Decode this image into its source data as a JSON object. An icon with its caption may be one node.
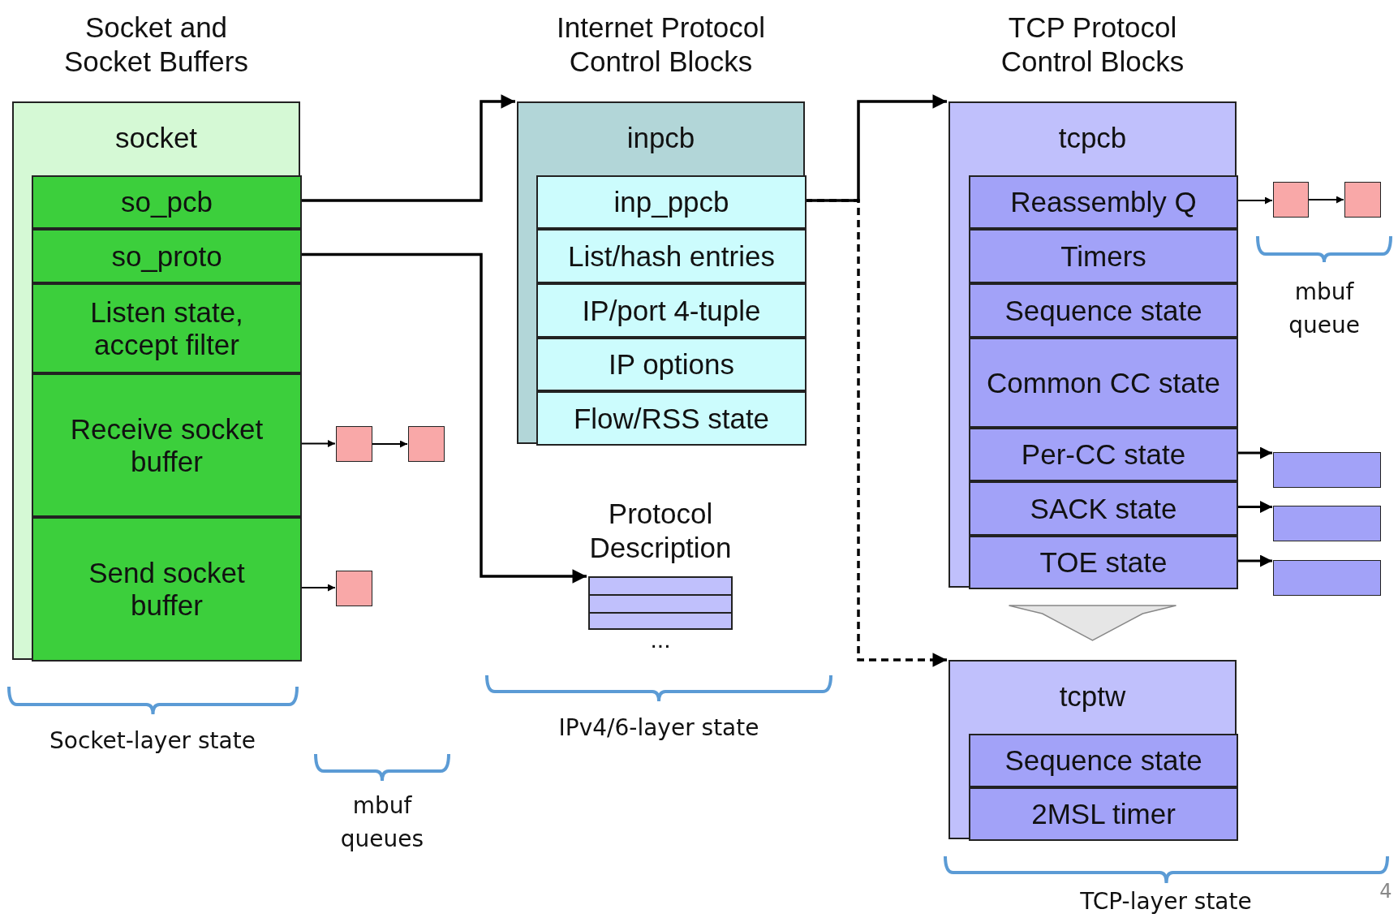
{
  "diagram": {
    "nodes": [
      {
        "text": [
          "Socket and Socket Buffers",
          "socket"
        ]
      },
      {
        "text": [
          "so_pcb"
        ],
        "in": 0
      },
      {
        "text": [
          "so_proto"
        ],
        "in": 0
      },
      {
        "text": [
          "Listen state, accept filter"
        ],
        "in": 0
      },
      {
        "text": [
          "Receive socket buffer"
        ],
        "in": 0
      },
      {
        "text": [
          "Send socket buffer"
        ],
        "in": 0
      },
      {
        "text": [],
        "shape": "box"
      },
      {
        "text": [],
        "shape": "box"
      },
      {
        "text": [],
        "shape": "box"
      },
      {
        "text": [
          "Internet Protocol Control Blocks",
          "inpcb"
        ]
      },
      {
        "text": [
          "inp_ppcb"
        ],
        "in": 9
      },
      {
        "text": [
          "List/hash entries"
        ],
        "in": 9
      },
      {
        "text": [
          "IP/port 4-tuple"
        ],
        "in": 9
      },
      {
        "text": [
          "IP options"
        ],
        "in": 9
      },
      {
        "text": [
          "Flow/RSS state"
        ],
        "in": 9
      },
      {
        "text": [
          "Protocol Description"
        ],
        "beside": [
          "..."
        ]
      },
      {
        "text": [
          "TCP Protocol Control Blocks",
          "tcpcb"
        ]
      },
      {
        "text": [
          "Reassembly Q"
        ],
        "in": 16
      },
      {
        "text": [
          "Timers"
        ],
        "in": 16
      },
      {
        "text": [
          "Sequence state"
        ],
        "in": 16
      },
      {
        "text": [
          "Common CC state"
        ],
        "in": 16
      },
      {
        "text": [
          "Per-CC state"
        ],
        "in": 16
      },
      {
        "text": [
          "SACK state"
        ],
        "in": 16
      },
      {
        "text": [
          "TOE state"
        ],
        "in": 16
      },
      {
        "text": [],
        "shape": "box"
      },
      {
        "text": [],
        "shape": "box"
      },
      {
        "text": [],
        "shape": "box"
      },
      {
        "text": [],
        "shape": "box"
      },
      {
        "text": [],
        "shape": "box"
      },
      {
        "text": [
          "tcptw"
        ]
      },
      {
        "text": [
          "Sequence state"
        ],
        "in": 29
      },
      {
        "text": [
          "2MSL timer"
        ],
        "in": 29
      }
    ],
    "edges": [
      {
        "from": 1,
        "to": 9,
        "arrow": "to"
      },
      {
        "from": 2,
        "to": 15,
        "arrow": "to"
      },
      {
        "from": 10,
        "to": 16,
        "arrow": "to"
      },
      {
        "from": 10,
        "to": 29,
        "arrow": "to",
        "style": "dashed"
      },
      {
        "from": 4,
        "to": 6,
        "arrow": "to"
      },
      {
        "from": 6,
        "to": 7,
        "arrow": "to"
      },
      {
        "from": 5,
        "to": 8,
        "arrow": "to"
      },
      {
        "from": 17,
        "to": 24,
        "arrow": "to"
      },
      {
        "from": 24,
        "to": 25,
        "arrow": "to"
      },
      {
        "from": 21,
        "to": 26,
        "arrow": "to"
      },
      {
        "from": 22,
        "to": 27,
        "arrow": "to"
      },
      {
        "from": 23,
        "to": 28,
        "arrow": "to"
      },
      {
        "from": 16,
        "to": 29,
        "arrow": "to",
        "style": "thick",
        "color": "#e6e6e6"
      }
    ],
    "labels": [
      "mbuf queue",
      "Socket-layer state",
      "IPv4/6-layer state",
      "mbuf queues",
      "4",
      "TCP-layer state"
    ]
  }
}
